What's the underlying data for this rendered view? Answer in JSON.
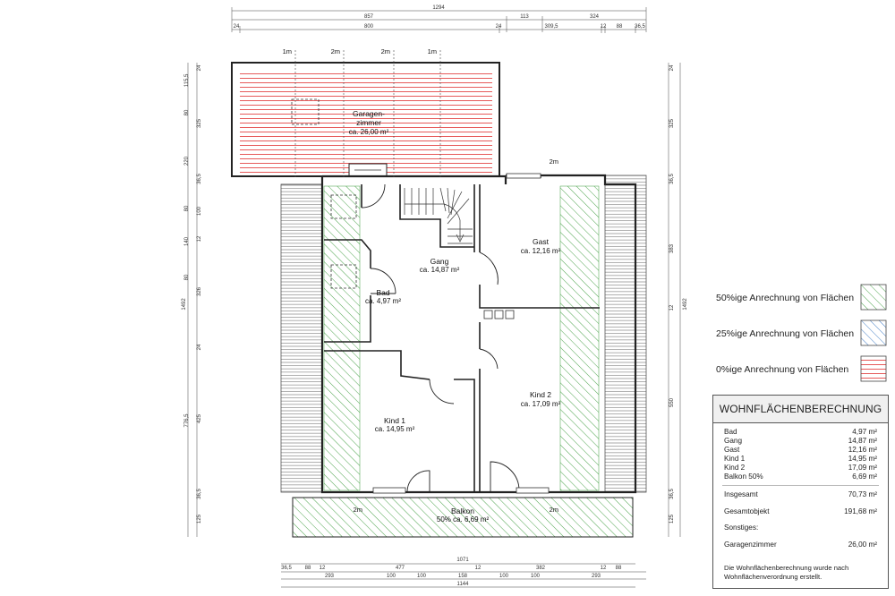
{
  "rooms": {
    "garage": {
      "name_line1": "Garagen-",
      "name_line2": "zimmer",
      "area": "ca. 26,00 m²"
    },
    "gang": {
      "name": "Gang",
      "area": "ca. 14,87 m²"
    },
    "gast": {
      "name": "Gast",
      "area": "ca. 12,16 m²"
    },
    "bad": {
      "name": "Bad",
      "area": "ca. 4,97 m²"
    },
    "kind1": {
      "name": "Kind 1",
      "area": "ca. 14,95 m²"
    },
    "kind2": {
      "name": "Kind 2",
      "area": "ca. 17,09 m²"
    },
    "balkon": {
      "name": "Balkon",
      "area": "50% ca. 6,69 m²"
    }
  },
  "height_marks": {
    "top": [
      "1m",
      "2m",
      "2m",
      "1m"
    ],
    "gast": "2m",
    "balkon_left": "2m",
    "balkon_right": "2m"
  },
  "dimensions": {
    "top_total": "1294",
    "top_row2": [
      "857",
      "113",
      "324"
    ],
    "top_row3": [
      "24",
      "800",
      "24",
      "309,5",
      "12",
      "88",
      "36,5"
    ],
    "bottom_row1": "1071",
    "bottom_row2": [
      "36,5",
      "88",
      "12",
      "477",
      "12",
      "382",
      "12",
      "88"
    ],
    "bottom_row3": [
      "293",
      "100",
      "100",
      "158",
      "100",
      "100",
      "293"
    ],
    "bottom_total": "1144",
    "left_outer": "1492",
    "left_inner": [
      "24",
      "115,5",
      "80",
      "325",
      "220",
      "36,5",
      "80",
      "100",
      "140",
      "12",
      "80",
      "326",
      "24",
      "776,5",
      "425",
      "36,5",
      "125"
    ],
    "right_outer": "1492",
    "right_inner": [
      "24",
      "325",
      "36,5",
      "383",
      "12",
      "550",
      "36,5",
      "125"
    ]
  },
  "legend": [
    {
      "label": "50%ige Anrechnung von Flächen",
      "color": "#3a9a3a"
    },
    {
      "label": "25%ige Anrechnung von Flächen",
      "color": "#2e6fc0"
    },
    {
      "label": "0%ige Anrechnung von Flächen",
      "color": "#e03030"
    }
  ],
  "table": {
    "title": "WOHNFLÄCHENBERECHNUNG",
    "items": [
      {
        "label": "Bad",
        "value": "4,97 m²"
      },
      {
        "label": "Gang",
        "value": "14,87 m²"
      },
      {
        "label": "Gast",
        "value": "12,16 m²"
      },
      {
        "label": "Kind 1",
        "value": "14,95 m²"
      },
      {
        "label": "Kind 2",
        "value": "17,09 m²"
      },
      {
        "label": "Balkon 50%",
        "value": "6,69 m²"
      }
    ],
    "insgesamt_label": "Insgesamt",
    "insgesamt_value": "70,73 m²",
    "gesamtobjekt_label": "Gesamtobjekt",
    "gesamtobjekt_value": "191,68 m²",
    "sonstiges_label": "Sonstiges:",
    "garagenzimmer_label": "Garagenzimmer",
    "garagenzimmer_value": "26,00 m²",
    "note": "Die Wohnflächenberechnung wurde nach Wohnflächenverordnung erstellt."
  }
}
